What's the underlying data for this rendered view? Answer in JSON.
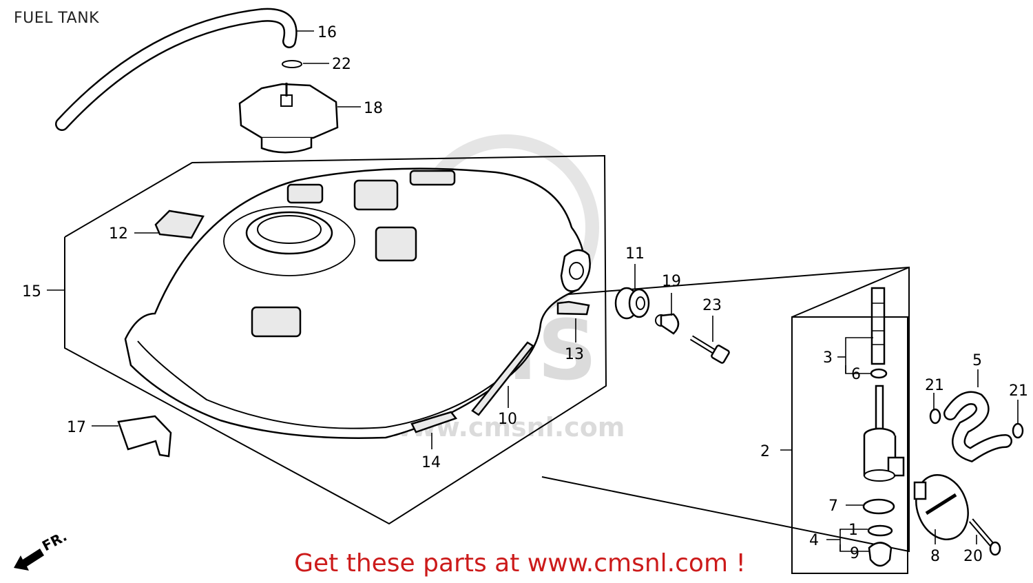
{
  "header": {
    "title": "FUEL TANK"
  },
  "footer": {
    "promo": "Get these parts at www.cmsnl.com !"
  },
  "watermark": {
    "logo_text": "CMS",
    "url_text": "www.cmsnl.com"
  },
  "direction_marker": {
    "text": "FR."
  },
  "colors": {
    "line": "#000000",
    "promo": "#cc1a1a",
    "watermark": "#d8d8d8"
  },
  "callouts": {
    "c1": "1",
    "c2": "2",
    "c3": "3",
    "c4": "4",
    "c5": "5",
    "c6": "6",
    "c7": "7",
    "c8": "8",
    "c9": "9",
    "c10": "10",
    "c11": "11",
    "c12": "12",
    "c13": "13",
    "c14": "14",
    "c15": "15",
    "c16": "16",
    "c17": "17",
    "c18": "18",
    "c19": "19",
    "c20": "20",
    "c21a": "21",
    "c21b": "21",
    "c22": "22",
    "c23": "23"
  }
}
